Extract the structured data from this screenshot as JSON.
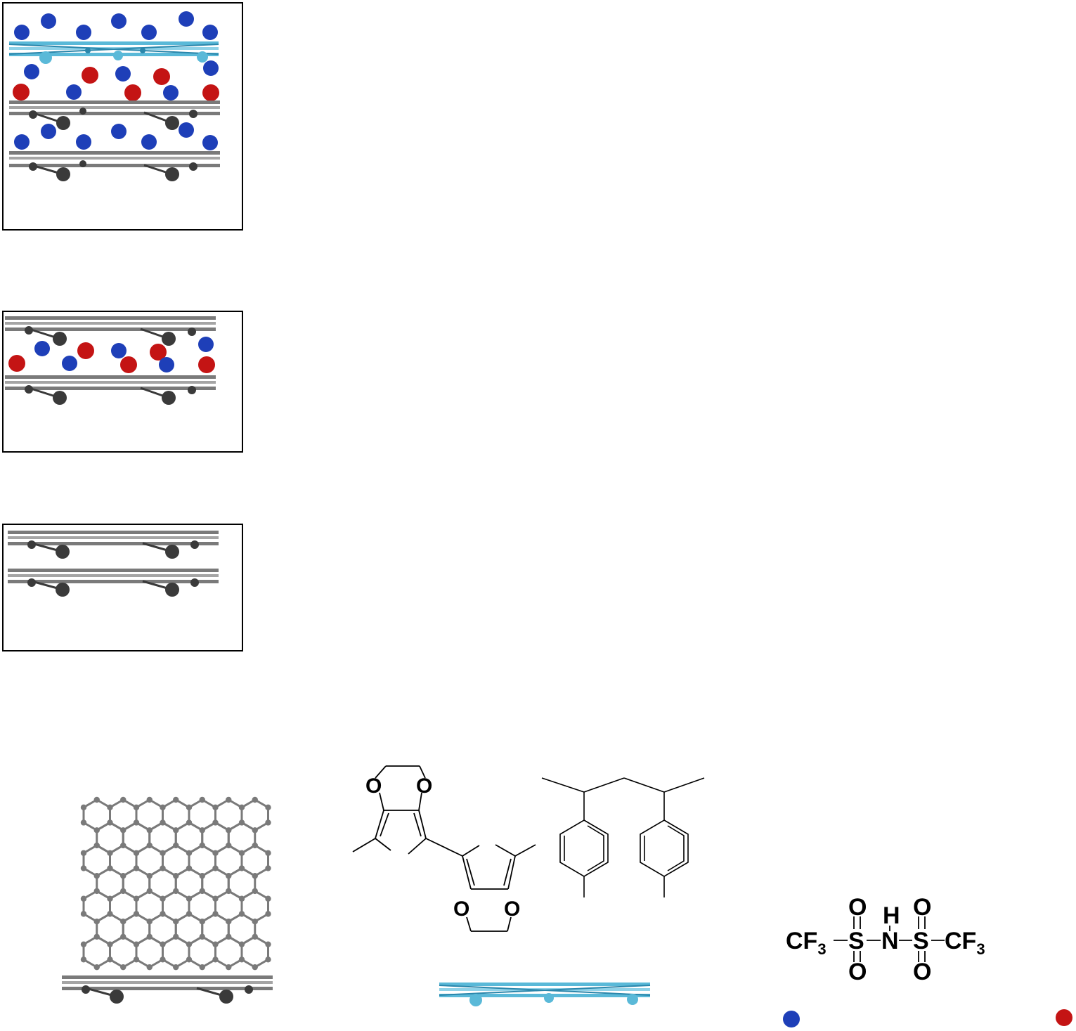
{
  "colors": {
    "sheet_gray": "#7a7a7a",
    "sheet_dark": "#3a3a3a",
    "sheet_cyan": "#5ab9d8",
    "sheet_cyan_dark": "#2a86ab",
    "ion_blue": "#1e3fb8",
    "ion_red": "#c41414",
    "bond": "#000000"
  },
  "icons": {
    "graphene_layer": "graphene-sheet-side-view-icon",
    "polymer_layer": "polymer-layer-side-view-icon",
    "cation": "blue-sphere-icon",
    "anion": "red-sphere-icon"
  },
  "structures": {
    "pedot": {
      "atom_o": "O"
    },
    "tfsi": {
      "cf3_left": "CF",
      "cf3_right": "CF",
      "sub_3": "3",
      "sulfur": "S",
      "oxygen": "O",
      "nitrogen": "N",
      "hydrogen": "H"
    }
  }
}
